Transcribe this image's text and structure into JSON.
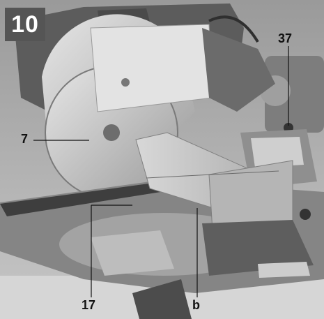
{
  "figure": {
    "number": "10",
    "badge_color": "#555555",
    "background_color": "#ffffff"
  },
  "callouts": [
    {
      "id": "7",
      "label": "7"
    },
    {
      "id": "37",
      "label": "37"
    },
    {
      "id": "17",
      "label": "17"
    },
    {
      "id": "b",
      "label": "b"
    }
  ],
  "colors": {
    "leader_line": "#111111",
    "label_text": "#111111"
  }
}
